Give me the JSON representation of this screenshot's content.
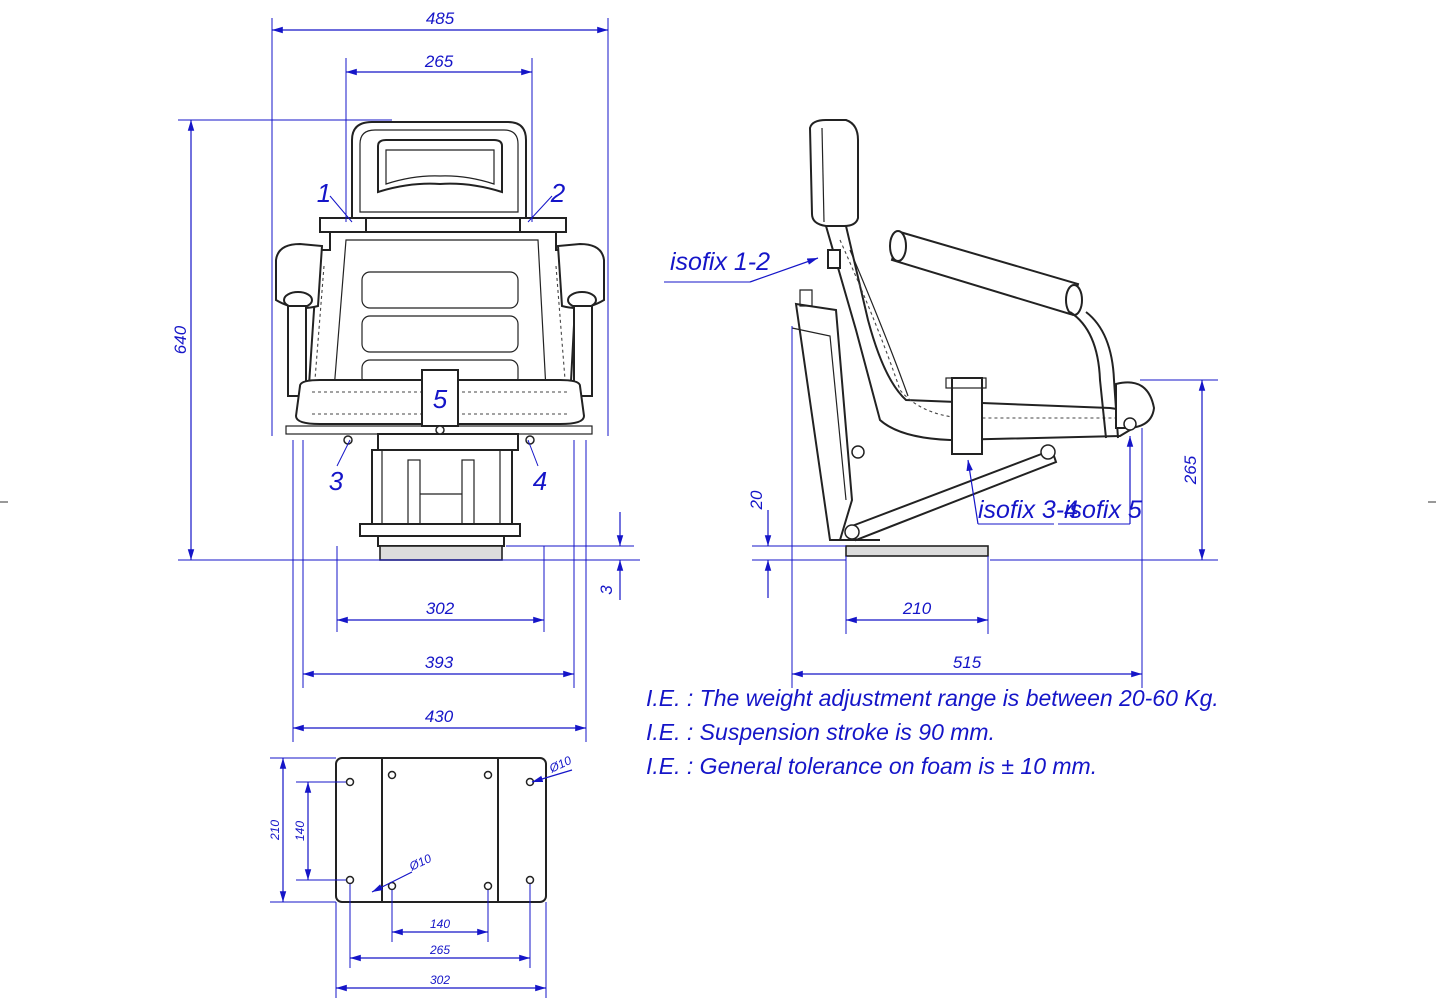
{
  "front_view": {
    "dim_width_overall": "485",
    "dim_width_headrest": "265",
    "dim_height_overall": "640",
    "dim_base_302": "302",
    "dim_base_393": "393",
    "dim_base_430": "430",
    "dim_offset_3": "3",
    "callouts": [
      "1",
      "2",
      "3",
      "4",
      "5"
    ]
  },
  "side_view": {
    "dim_seat_height": "265",
    "dim_base_clearance": "20",
    "dim_base_length": "210",
    "dim_depth_overall": "515",
    "isofix_labels": [
      "isofix 1-2",
      "isofix 3-4",
      "isofix 5"
    ]
  },
  "base_plate": {
    "dim_height_210": "210",
    "dim_height_140": "140",
    "dim_hole_dia_top": "Ø10",
    "dim_hole_dia_mid": "Ø10",
    "dim_width_140": "140",
    "dim_width_265": "265",
    "dim_width_302": "302"
  },
  "notes": [
    "I.E. : The weight adjustment range is between 20-60 Kg.",
    "I.E. : Suspension stroke is 90 mm.",
    "I.E. : General tolerance on foam is ± 10 mm."
  ]
}
